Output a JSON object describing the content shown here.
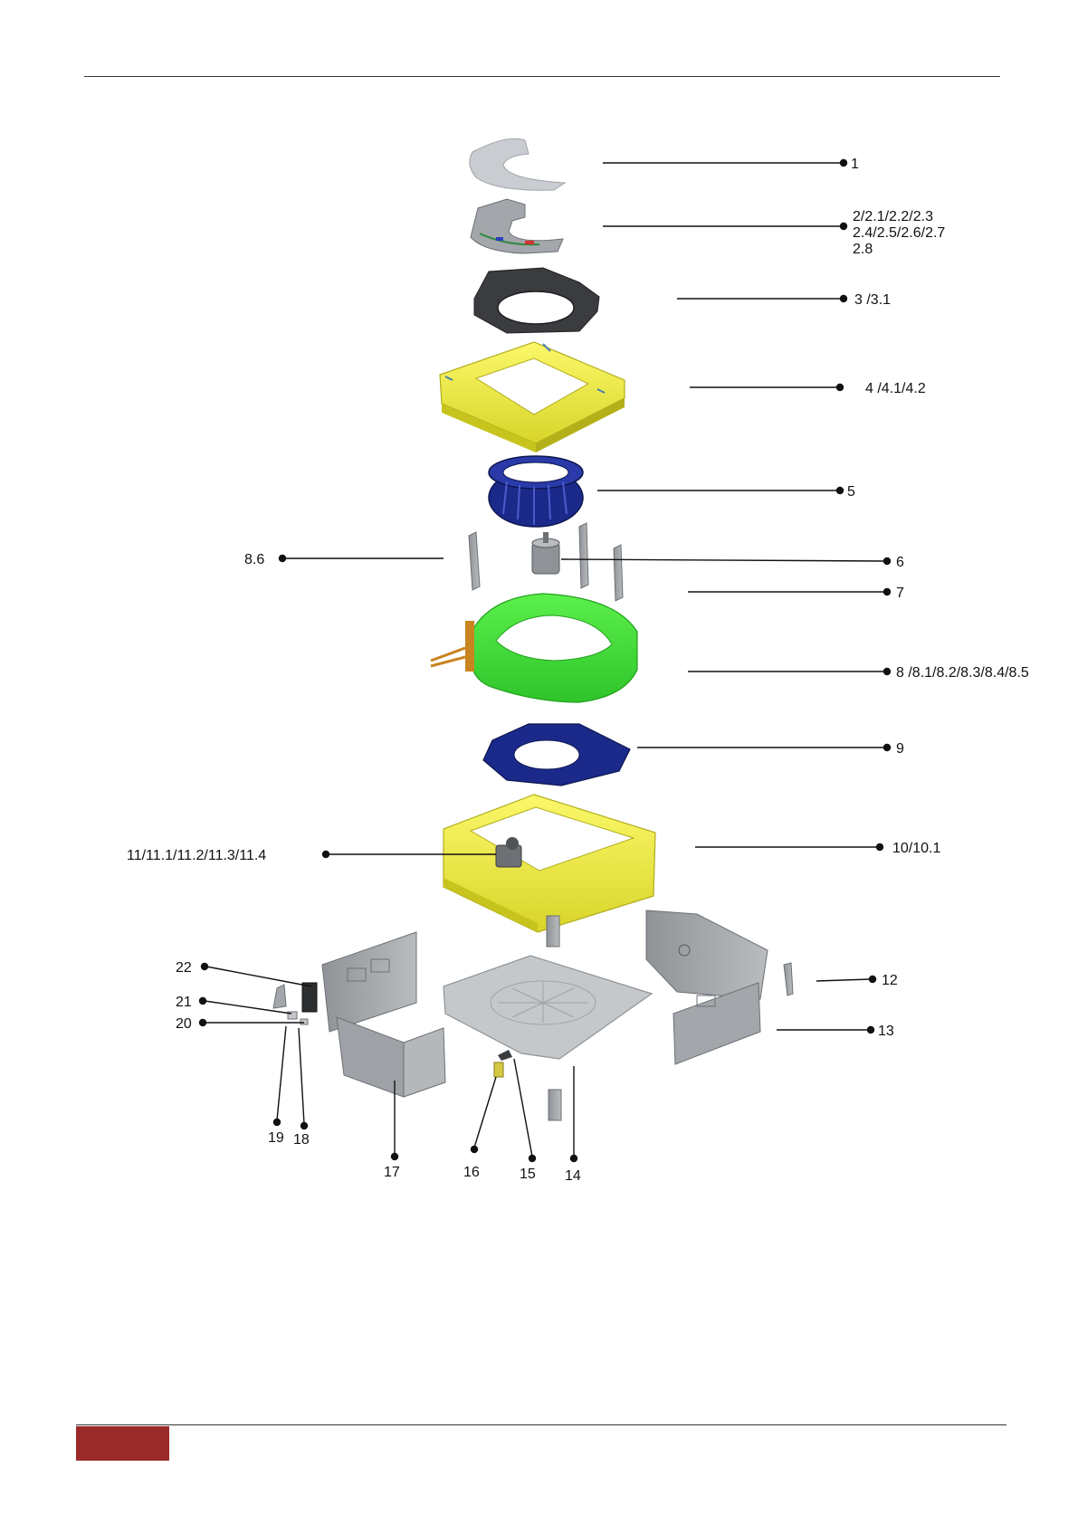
{
  "theme": {
    "accent": "#9a2a2a",
    "yellow": "#f2ef3a",
    "green": "#44e03a",
    "navy": "#16237a",
    "grey": "#a9acb0"
  },
  "callouts": [
    {
      "id": "1",
      "text": "1"
    },
    {
      "id": "2",
      "lines": [
        "2/2.1/2.2/2.3",
        "2.4/2.5/2.6/2.7",
        "2.8"
      ]
    },
    {
      "id": "3",
      "text": "3 /3.1"
    },
    {
      "id": "4",
      "text": "4 /4.1/4.2"
    },
    {
      "id": "5",
      "text": "5"
    },
    {
      "id": "86",
      "text": "8.6"
    },
    {
      "id": "6",
      "text": "6"
    },
    {
      "id": "7",
      "text": "7"
    },
    {
      "id": "8",
      "text": "8 /8.1/8.2/8.3/8.4/8.5"
    },
    {
      "id": "9",
      "text": "9"
    },
    {
      "id": "11",
      "text": "11/11.1/11.2/11.3/11.4"
    },
    {
      "id": "10",
      "text": "10/10.1"
    },
    {
      "id": "22",
      "text": "22"
    },
    {
      "id": "21",
      "text": "21"
    },
    {
      "id": "20",
      "text": "20"
    },
    {
      "id": "12",
      "text": "12"
    },
    {
      "id": "13",
      "text": "13"
    },
    {
      "id": "19",
      "text": "19"
    },
    {
      "id": "18",
      "text": "18"
    },
    {
      "id": "17",
      "text": "17"
    },
    {
      "id": "16",
      "text": "16"
    },
    {
      "id": "15",
      "text": "15"
    },
    {
      "id": "14",
      "text": "14"
    }
  ]
}
